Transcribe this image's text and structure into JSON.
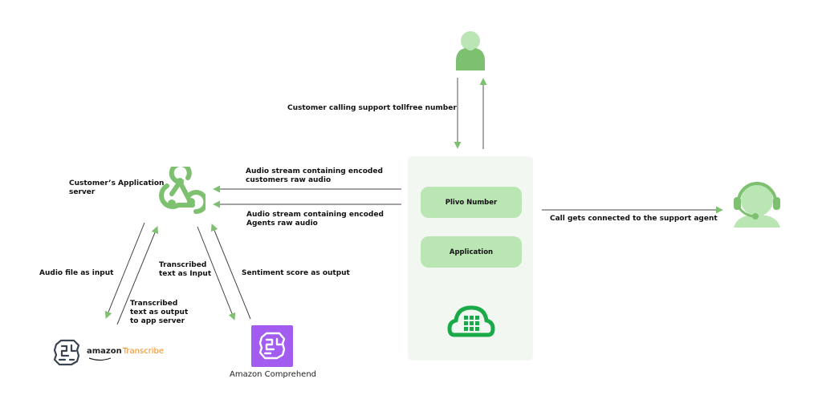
{
  "diagram": {
    "colors": {
      "green_dark": "#7cc070",
      "green_light": "#b9e6b3",
      "panel_bg": "#f3f7f2",
      "plivo_green": "#1aaa4a",
      "comprehend_purple": "#a35cf0",
      "transcribe_orange": "#f08a1e",
      "line": "#444444"
    },
    "nodes": {
      "customer": {
        "icon": "person-icon"
      },
      "app_server": {
        "label_line1": "Customer’s Application",
        "label_line2": "server",
        "icon": "webhook-icon"
      },
      "plivo_panel": {
        "items": [
          "Plivo Number",
          "Application"
        ],
        "icon": "plivo-cloud-icon"
      },
      "support_agent": {
        "icon": "headset-agent-icon"
      },
      "transcribe": {
        "brand": "amazon",
        "product": "Transcribe",
        "icon": "brain-icon"
      },
      "comprehend": {
        "label": "Amazon Comprehend",
        "icon": "brain-icon"
      }
    },
    "edges": {
      "customer_call": "Customer calling support tollfree number",
      "stream_customer": [
        "Audio stream containing encoded",
        "customers raw audio"
      ],
      "stream_agent": [
        "Audio stream containing encoded",
        "Agents raw audio"
      ],
      "call_connected": "Call gets connected to the support agent",
      "audio_input": "Audio file as input",
      "transcribed_output": [
        "Transcribed",
        "text as output",
        "to app server"
      ],
      "transcribed_input": [
        "Transcribed",
        "text as Input"
      ],
      "sentiment_output": "Sentiment score as output"
    }
  }
}
